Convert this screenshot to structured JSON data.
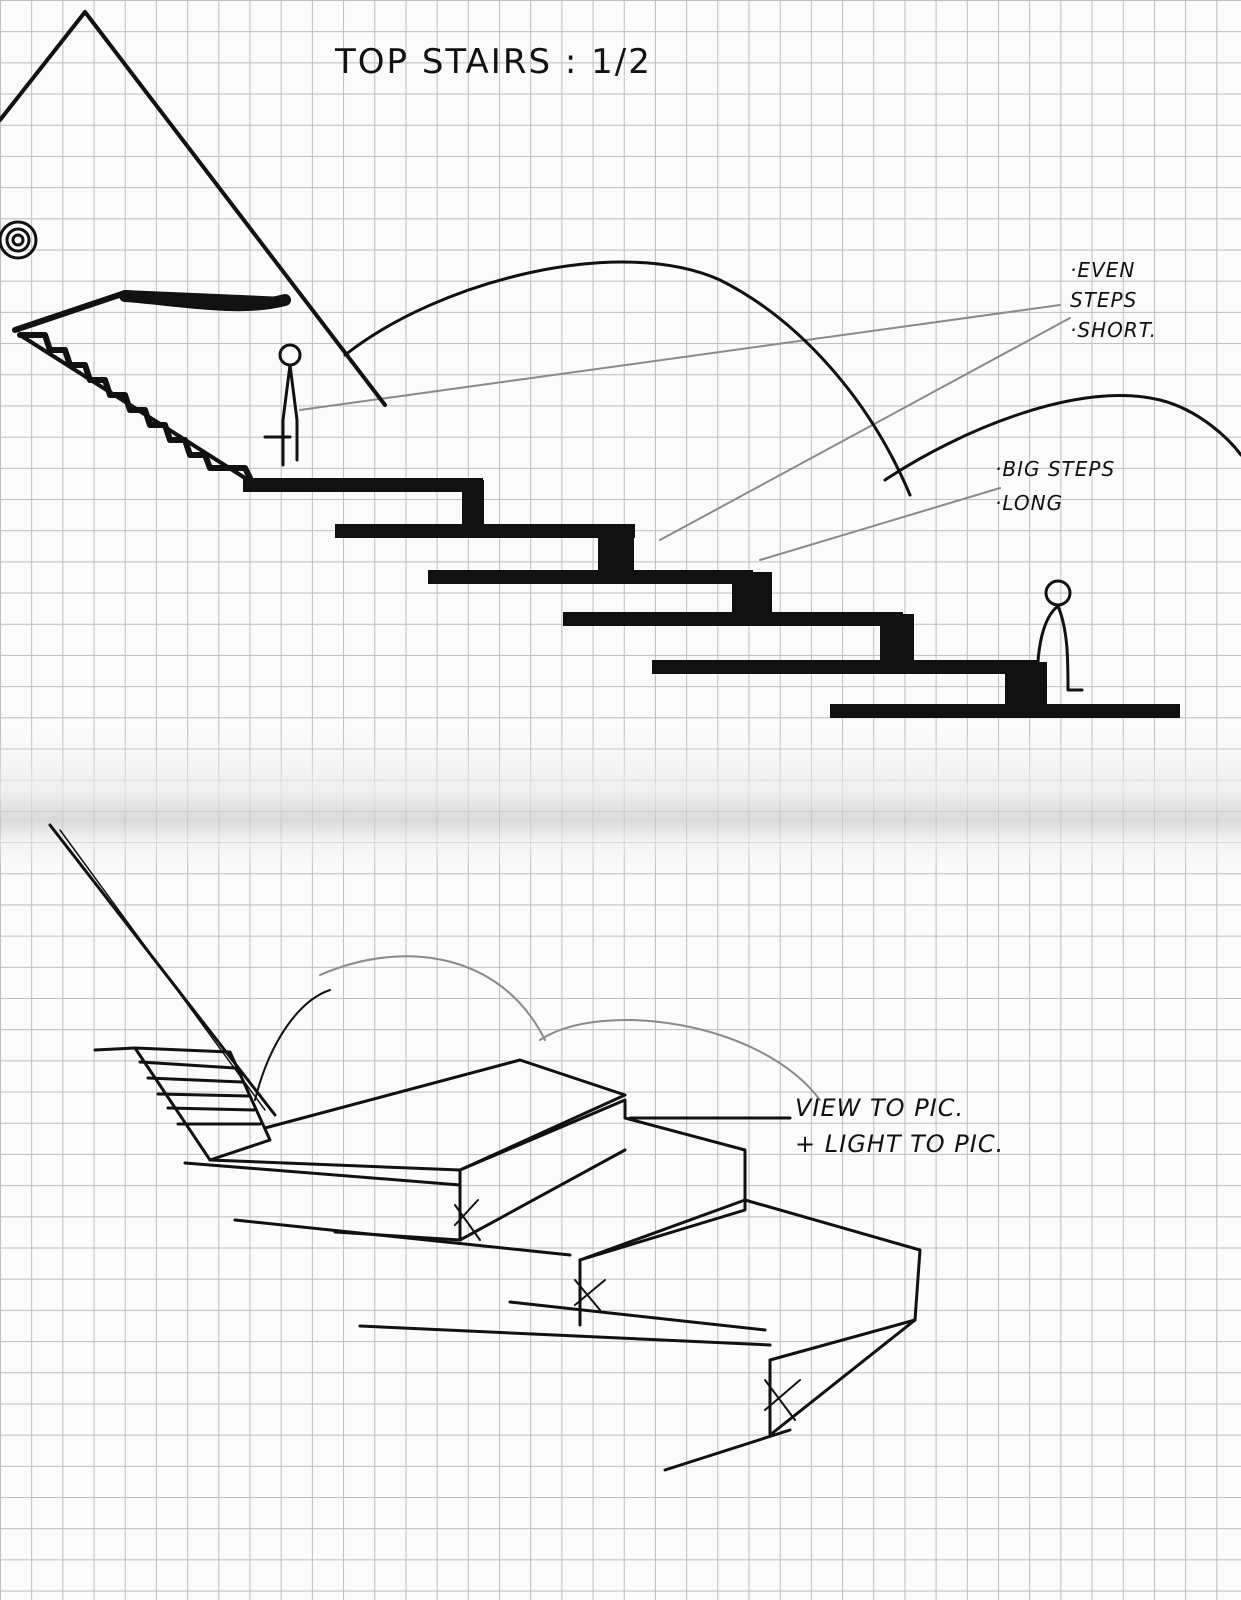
{
  "title": "TOP STAIRS : 1/2",
  "annotations": {
    "even_steps": [
      "·EVEN",
      "STEPS",
      "·SHORT."
    ],
    "big_steps": [
      "·BIG STEPS",
      "·LONG"
    ],
    "view_light": [
      "VIEW TO PIC.",
      "+ LIGHT  TO PIC."
    ]
  },
  "colors": {
    "ink": "#111111",
    "pencil": "#8a8a8a",
    "grid": "#bdbdbd"
  },
  "icons": {
    "spiral": "spiral-icon"
  }
}
